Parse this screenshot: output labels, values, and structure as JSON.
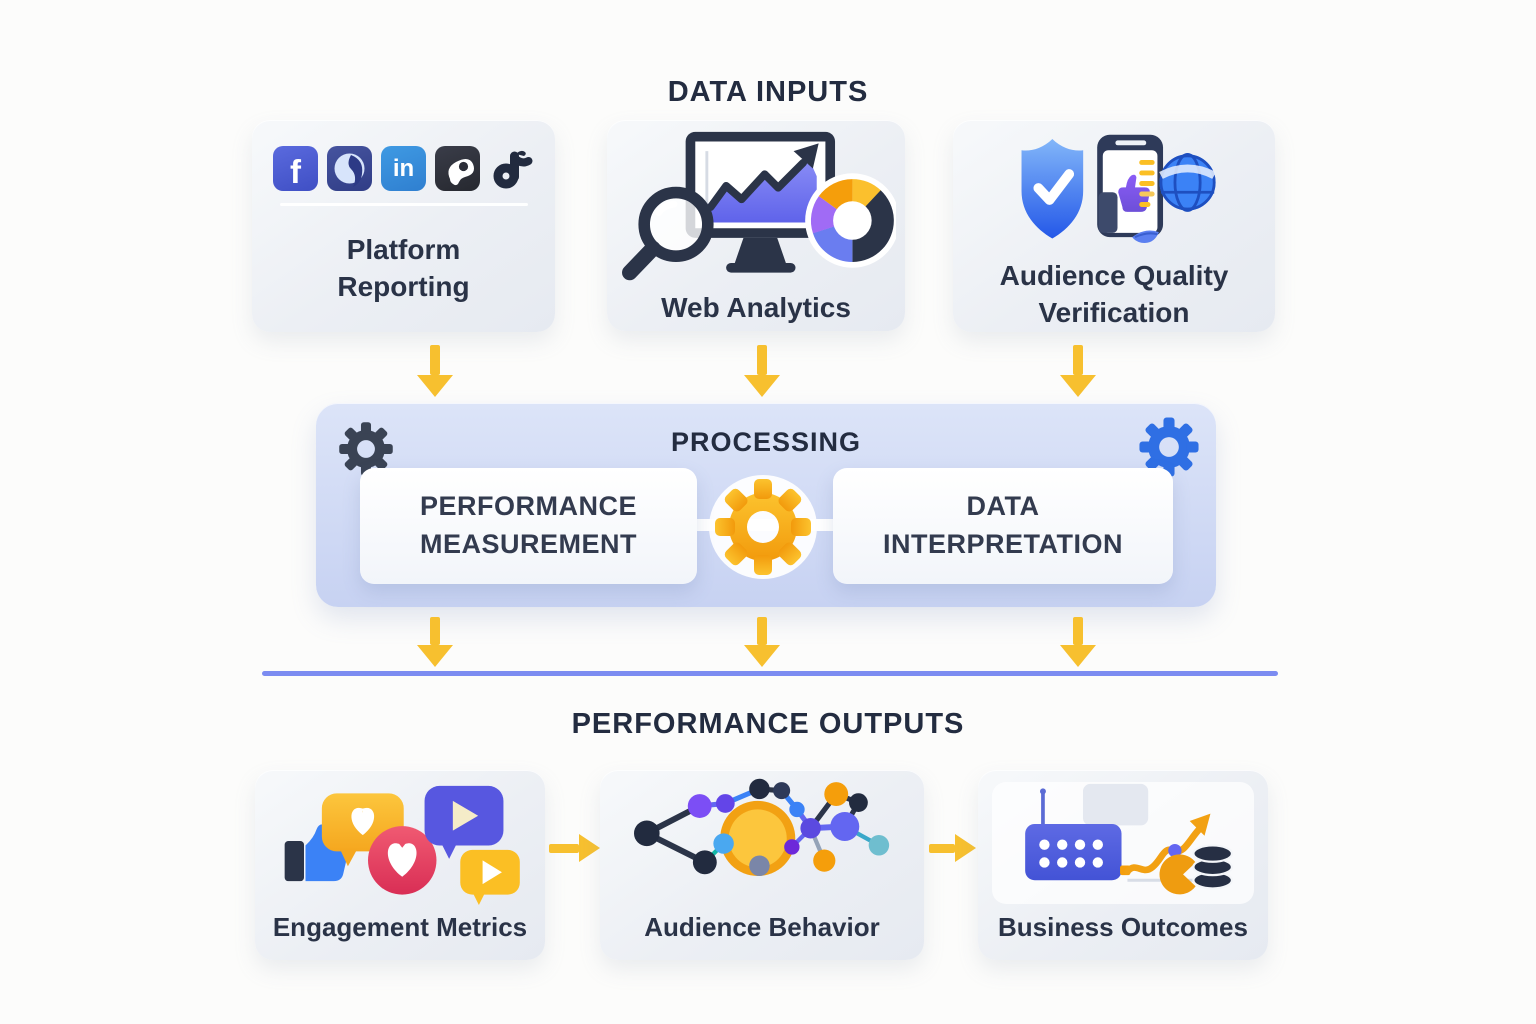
{
  "colors": {
    "accent_yellow": "#F7C02F",
    "divider_blue": "#7C8CF1",
    "band_bg_top": "#DCE4F8",
    "band_bg_bottom": "#C7D2F2",
    "title_navy": "#232C40",
    "label_navy": "#2A3347",
    "gear_dark": "#3A4354",
    "gear_blue": "#2F6FE4",
    "gear_yellow": "#F7B01E"
  },
  "sections": {
    "inputs": {
      "title": "DATA INPUTS",
      "cards": [
        {
          "label": "Platform Reporting"
        },
        {
          "label": "Web Analytics"
        },
        {
          "label": "Audience Quality Verification"
        }
      ]
    },
    "processing": {
      "title": "PROCESSING",
      "boxes": [
        {
          "label": "PERFORMANCE MEASUREMENT"
        },
        {
          "label": "DATA INTERPRETATION"
        }
      ]
    },
    "outputs": {
      "title": "PERFORMANCE OUTPUTS",
      "cards": [
        {
          "label": "Engagement Metrics"
        },
        {
          "label": "Audience Behavior"
        },
        {
          "label": "Business Outcomes"
        }
      ]
    }
  },
  "icons": {
    "facebook_letter": "f",
    "linkedin_letters": "in"
  }
}
